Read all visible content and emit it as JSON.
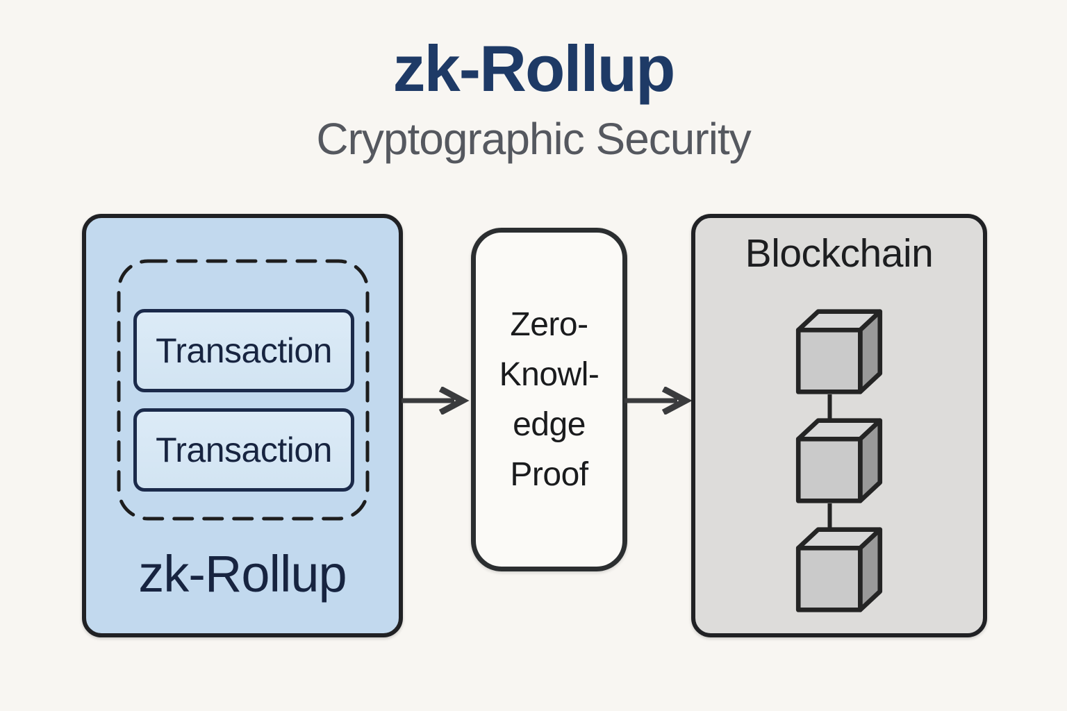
{
  "header": {
    "title": "zk-Rollup",
    "subtitle": "Cryptographic Security"
  },
  "rollup_panel": {
    "transactions": [
      "Transaction",
      "Transaction"
    ],
    "label": "zk-Rollup"
  },
  "proof_node": {
    "text": "Zero-Knowledge Proof",
    "lines": [
      "Zero-",
      "Knowl-",
      "edge",
      "Proof"
    ]
  },
  "blockchain_panel": {
    "title": "Blockchain",
    "block_count": 3
  },
  "colors": {
    "background": "#f8f6f2",
    "title_navy": "#1e3a66",
    "subtitle_gray": "#55585f",
    "rollup_fill": "#c2d9ee",
    "transaction_fill": "#dcebf7",
    "navy_border": "#1b2a4a",
    "navy_text": "#172440",
    "box_border": "#202124",
    "proof_fill": "#fbfaf7",
    "blockchain_fill": "#dddcda",
    "cube_front": "#cacaca",
    "cube_top": "#d8d8d8",
    "cube_side": "#9a9a9a",
    "arrow": "#3a3b3d"
  }
}
